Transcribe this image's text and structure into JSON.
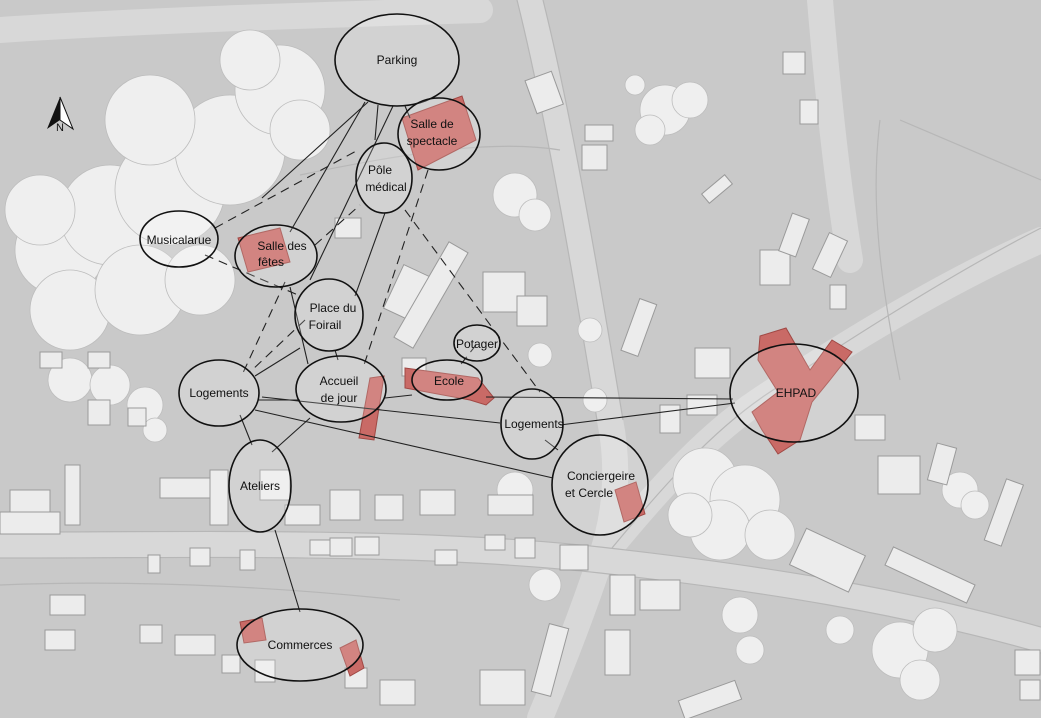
{
  "colors": {
    "background": "#c9c9c9",
    "road": "#d6d6d6",
    "building": "#ececec",
    "building_shadow": "#9a9a9a",
    "tree": "#f0f0f0",
    "highlight": "#c96a66",
    "ellipse_stroke": "#111111",
    "ellipse_fill": "rgba(255,255,255,0.25)",
    "link": "#222222"
  },
  "compass": {
    "label": "N",
    "icon": "north-arrow-icon"
  },
  "nodes": {
    "parking": {
      "label": "Parking"
    },
    "salle_spectacle": {
      "label_line1": "Salle de",
      "label_line2": "spectacle"
    },
    "pole_medical": {
      "label_line1": "Pôle",
      "label_line2": "médical"
    },
    "musicalarue": {
      "label": "Musicalarue"
    },
    "salle_fetes": {
      "label_line1": "Salle des",
      "label_line2": "fêtes"
    },
    "place_foirail": {
      "label_line1": "Place du",
      "label_line2": "Foirail"
    },
    "potager": {
      "label": "Potager"
    },
    "logements_left": {
      "label": "Logements"
    },
    "accueil_jour": {
      "label_line1": "Accueil",
      "label_line2": "de jour"
    },
    "ecole": {
      "label": "Ecole"
    },
    "logements_right": {
      "label": "Logements"
    },
    "ehpad": {
      "label": "EHPAD"
    },
    "conciergerie": {
      "label_line1": "Concierge­ire",
      "label_line2": "et Cercle"
    },
    "ateliers": {
      "label": "Ateliers"
    },
    "commerces": {
      "label": "Commerces"
    }
  }
}
